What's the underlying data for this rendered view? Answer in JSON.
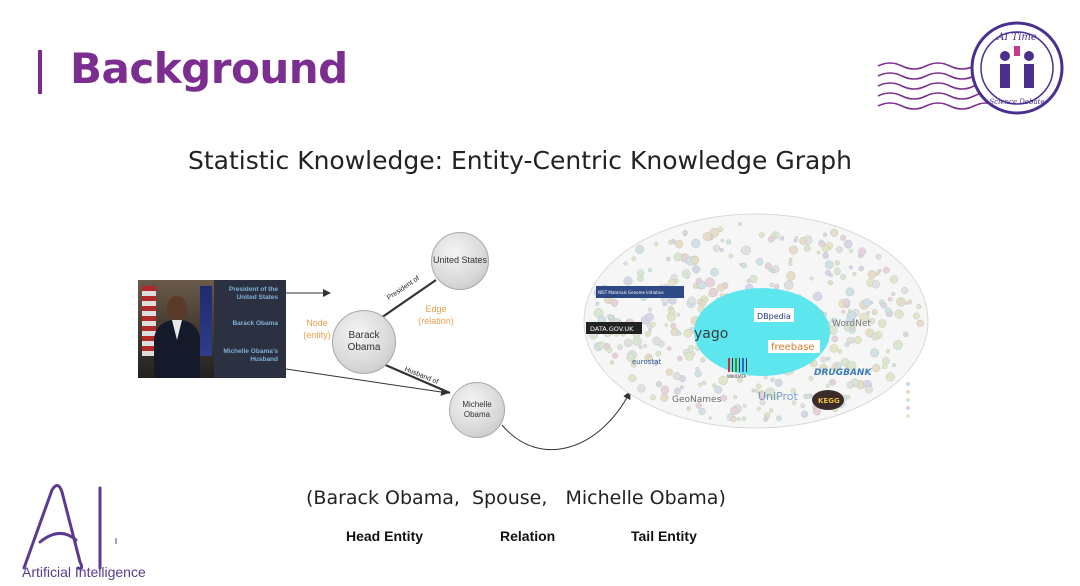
{
  "slide": {
    "title": "Background",
    "subtitle": "Statistic Knowledge: Entity-Centric Knowledge Graph",
    "accent_color": "#7b2e8f"
  },
  "logo": {
    "top_text": "AI Time",
    "bottom_text": "Science Debate",
    "icon": "debate-podium-icon"
  },
  "photo_panel": {
    "labels": [
      "President of the United States",
      "Barack Obama",
      "Michelle Obama's Husband"
    ]
  },
  "graph": {
    "nodes": {
      "barack": "Barack Obama",
      "united_states": "United States",
      "michelle": "Michelle Obama"
    },
    "edges": {
      "president": "President of",
      "husband": "Husband of"
    },
    "annotations": {
      "node": "Node (entity)",
      "edge": "Edge (relation)"
    }
  },
  "lod_cloud": {
    "labels": [
      "yago",
      "DBpedia",
      "freebase",
      "WordNet",
      "DRUGBANK",
      "UniProt",
      "GeoNames",
      "DATA.GOV.UK",
      "eurostat",
      "NIST Materials Genome Initiative",
      "WIKIDATA",
      "KEGG"
    ]
  },
  "triple": {
    "text": "(Barack Obama,  Spouse,   Michelle Obama)",
    "head_label": "Head Entity",
    "relation_label": "Relation",
    "tail_label": "Tail Entity"
  },
  "footer": {
    "ai_text": "Artificial Intelligence"
  }
}
